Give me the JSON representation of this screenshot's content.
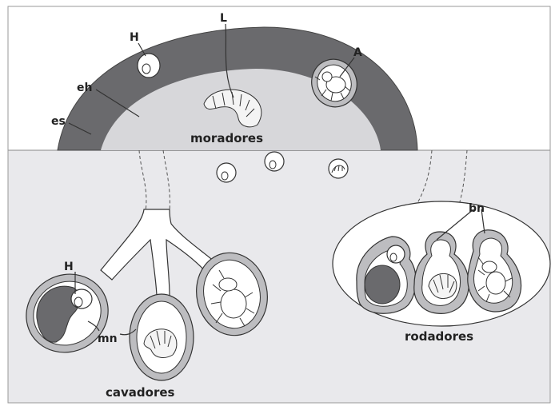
{
  "labels": {
    "L": "L",
    "H_top": "H",
    "A": "A",
    "eh": "eh",
    "es": "es",
    "H_left": "H",
    "mn": "mn",
    "bn": "bn"
  },
  "groups": {
    "moradores": "moradores",
    "cavadores": "cavadores",
    "rodadores": "rodadores"
  },
  "colors": {
    "soil": "#e9e9ec",
    "dung_outer": "#6a6a6d",
    "dung_inner": "#d7d7da",
    "ball_wall": "#bdbdc0",
    "dark_fill": "#6a6a6d",
    "outline": "#333333"
  }
}
